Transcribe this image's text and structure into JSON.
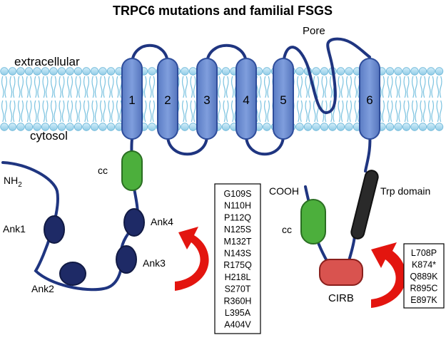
{
  "title": "TRPC6 mutations and familial FSGS",
  "regions": {
    "extracellular": "extracellular",
    "cytosol": "cytosol"
  },
  "pore_label": "Pore",
  "helices": [
    "1",
    "2",
    "3",
    "4",
    "5",
    "6"
  ],
  "n_terminus": {
    "label": "NH",
    "subscript": "2",
    "ankyrin_repeats": [
      "Ank1",
      "Ank2",
      "Ank3",
      "Ank4"
    ],
    "coiled_coil": "cc"
  },
  "c_terminus": {
    "label": "COOH",
    "coiled_coil": "cc",
    "trp_domain": "Trp domain",
    "cirb": "CIRB"
  },
  "n_terminal_mutations": [
    "G109S",
    "N110H",
    "P112Q",
    "N125S",
    "M132T",
    "N143S",
    "R175Q",
    "H218L",
    "S270T",
    "R360H",
    "L395A",
    "A404V"
  ],
  "c_terminal_mutations": [
    "L708P",
    "K874*",
    "Q889K",
    "R895C",
    "E897K"
  ],
  "colors": {
    "membrane": "#a9dcef",
    "helix": "#6d8fd0",
    "helix_stroke": "#2e4d9b",
    "chain": "#1f3580",
    "ankyrin": "#1e2a66",
    "coiled_coil": "#4caf3c",
    "trp_domain": "#2a2a2a",
    "cirb": "#d9534f",
    "arrow": "#e3150f"
  }
}
